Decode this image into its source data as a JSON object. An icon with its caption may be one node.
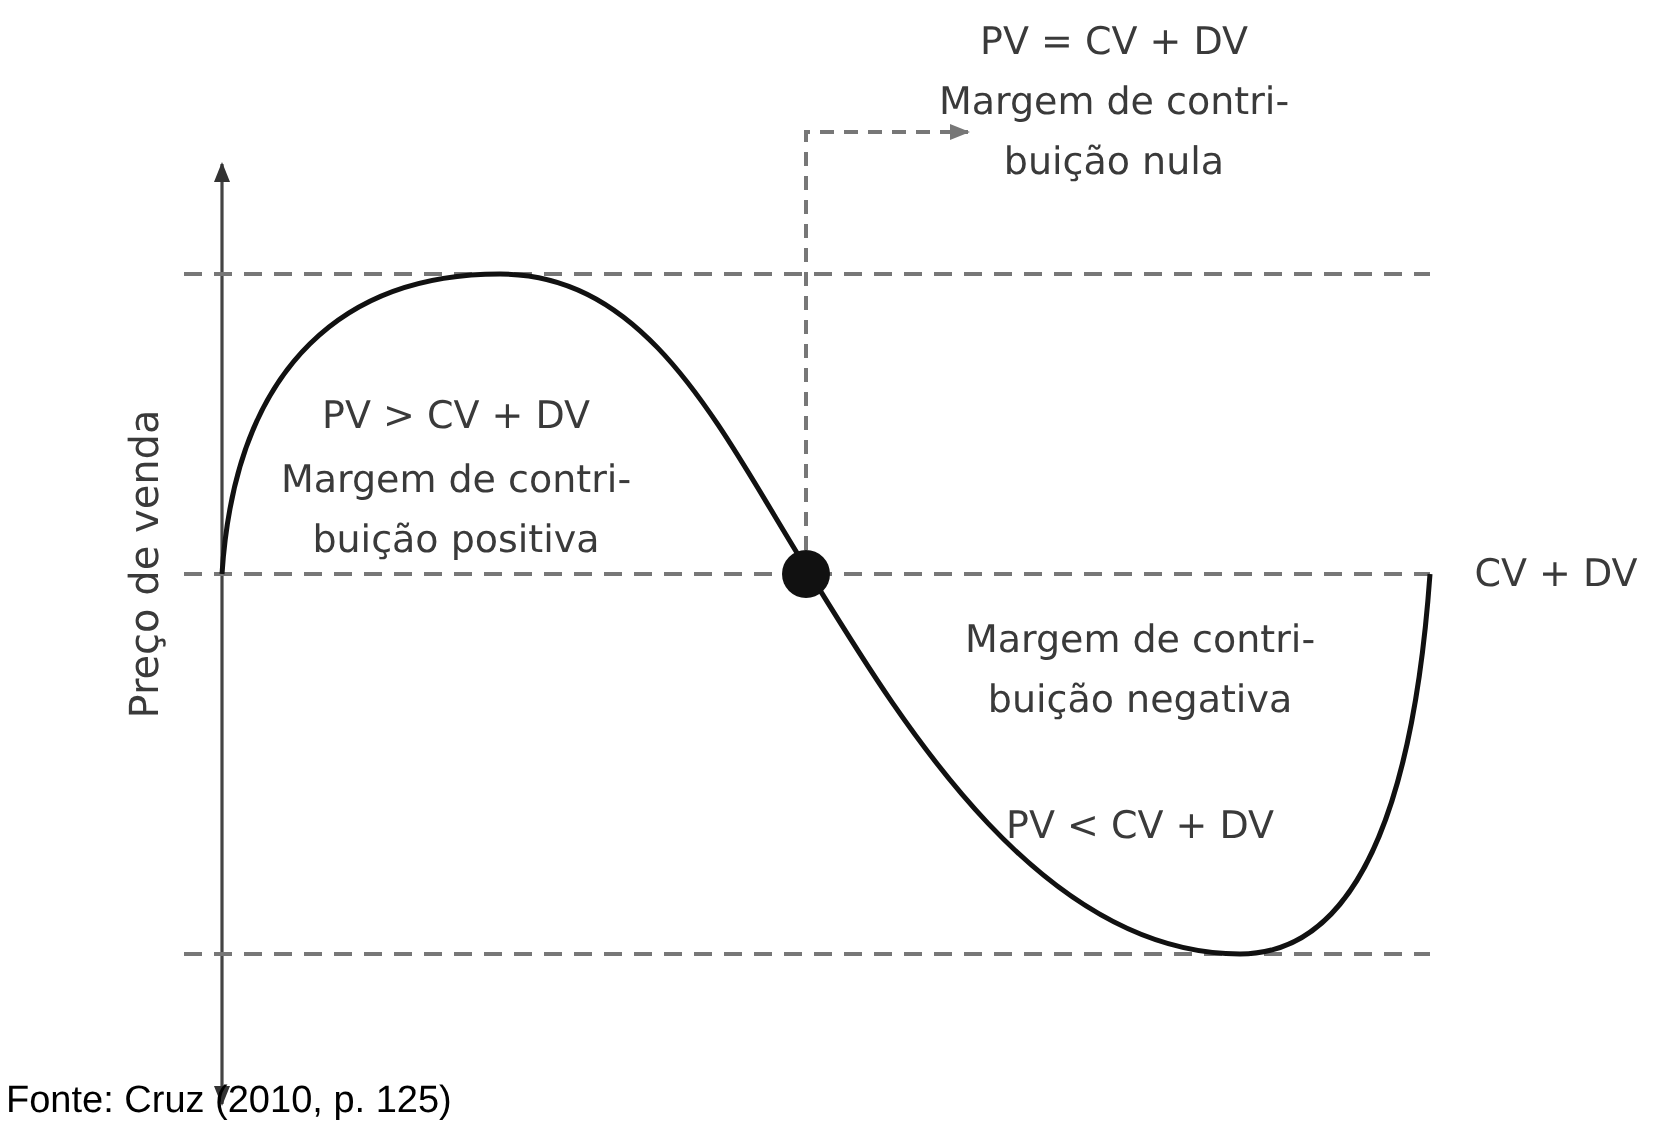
{
  "diagram": {
    "caption": "Fonte: Cruz (2010, p. 125)",
    "nodes": [
      {
        "text": [
          "PV = CV + DV",
          "Margem de contri- buição nula"
        ]
      },
      {
        "text": [],
        "shape": "circle"
      }
    ],
    "edges": [
      {
        "from": 1,
        "to": 0,
        "arrow": "to",
        "style": "dashed"
      }
    ],
    "labels": [
      "Preço de venda",
      "PV > CV + DV",
      "Margem de contri- buição positiva",
      "CV + DV",
      "Margem de contri- buição negativa",
      "PV < CV + DV"
    ]
  }
}
